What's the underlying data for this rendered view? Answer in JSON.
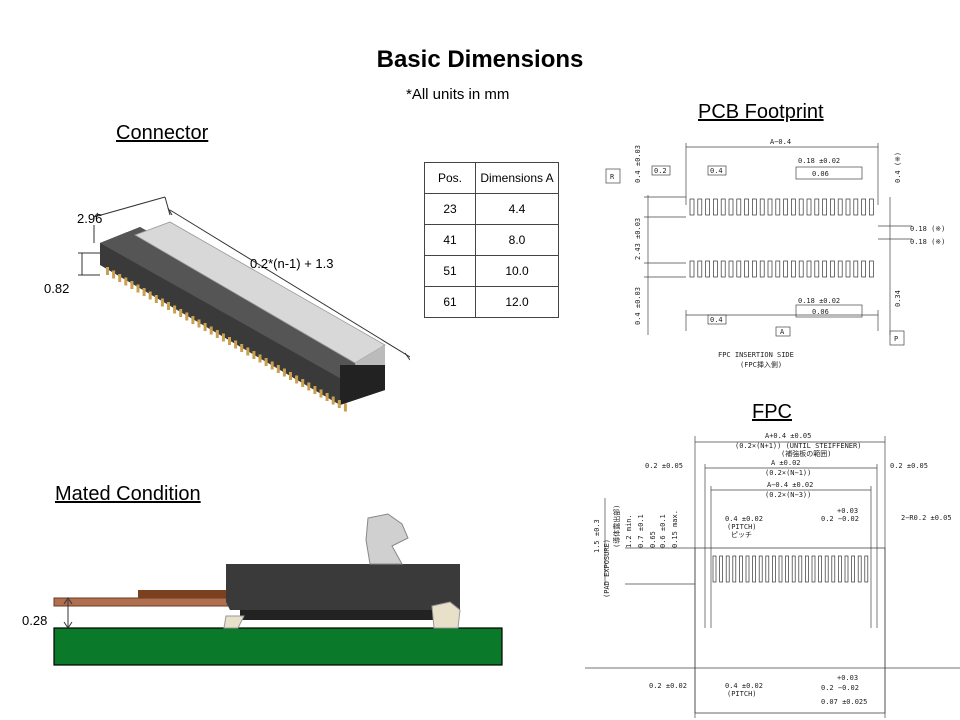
{
  "header": {
    "title": "Basic Dimensions",
    "subtitle": "*All units in mm"
  },
  "sections": {
    "connector": "Connector",
    "pcb": "PCB Footprint",
    "fpc": "FPC",
    "mated": "Mated Condition"
  },
  "connector_dims": {
    "width": "2.96",
    "height": "0.82",
    "length": "0.2*(n-1) + 1.3"
  },
  "mated_dims": {
    "gap": "0.28"
  },
  "table": {
    "headers": [
      "Pos.",
      "Dimensions A"
    ],
    "rows": [
      [
        "23",
        "4.4"
      ],
      [
        "41",
        "8.0"
      ],
      [
        "51",
        "10.0"
      ],
      [
        "61",
        "12.0"
      ]
    ]
  },
  "pcb_drawing": {
    "a_minus": "A−0.4",
    "d02": "0.2",
    "d04": "0.4",
    "d018": "0.18 ±0.02",
    "d006": "0.06",
    "r": "R",
    "p": "P",
    "a": "A",
    "v04": "0.4 ±0.03",
    "v243": "2.43 ±0.03",
    "v034": "0.34",
    "v04b": "0.4 (※)",
    "note018": "0.18 (※)",
    "insertion": "FPC INSERTION SIDE",
    "insertion_jp": "(FPC挿入側)"
  },
  "fpc_drawing": {
    "top1": "A+0.4 ±0.05",
    "top1b": "(0.2×(N+1)) (UNTIL STEIFFENER)",
    "top1c": "(補強板の範囲)",
    "top2": "A ±0.02",
    "top2b": "(0.2×(N−1))",
    "top3": "A−0.4 ±0.02",
    "top3b": "(0.2×(N−3))",
    "edge": "0.2 ±0.05",
    "pitch": "0.4 ±0.02",
    "pitch_label": "(PITCH)",
    "pitch_jp": "ピッチ",
    "w": "0.2 −0.02",
    "w_plus": "+0.03",
    "radius": "2−R0.2 ±0.05",
    "exposure": "1.5 ±0.3",
    "exposure_label": "(PAD EXPOSURE)",
    "exposure_jp": "(導体露出部)",
    "v12": "1.2 min.",
    "v07": "0.7 ±0.1",
    "v065": "0.65",
    "v06": "0.6 ±0.1",
    "v015": "0.15 max.",
    "bot_edge": "0.2 ±0.02",
    "bot_pitch": "0.4 ±0.02",
    "bot_w": "0.2 −0.02",
    "bot_t": "0.07 ±0.025"
  }
}
